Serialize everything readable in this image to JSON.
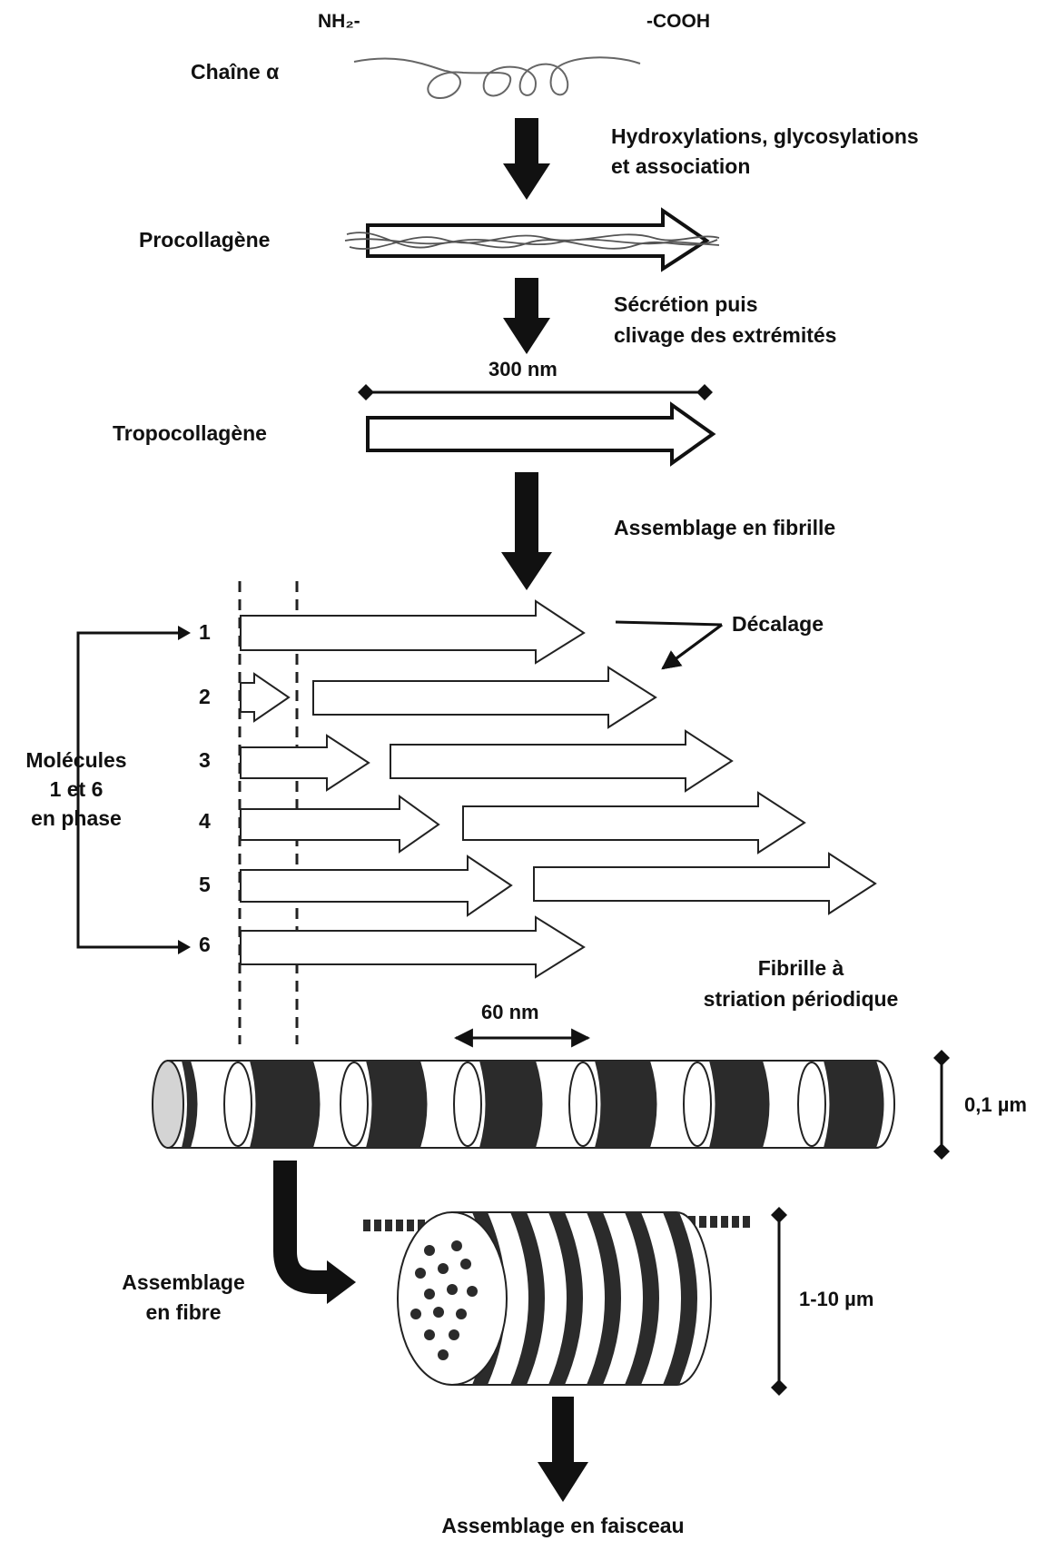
{
  "labels": {
    "nh2": "NH₂-",
    "cooh": "-COOH",
    "chain_alpha": "Chaîne α",
    "step1_line1": "Hydroxylations,  glycosylations",
    "step1_line2": "et association",
    "procollagen": "Procollagène",
    "step2_line1": "Sécrétion puis",
    "step2_line2": "clivage des extrémités",
    "length_300": "300 nm",
    "tropocollagen": "Tropocollagène",
    "step3": "Assemblage  en fibrille",
    "offset": "Décalage",
    "molecules_line1": "Molécules",
    "molecules_line2": "1 et 6",
    "molecules_line3": "en phase",
    "fibril_line1": "Fibrille à",
    "fibril_line2": "striation périodique",
    "period_60": "60 nm",
    "diam_fibril": "0,1 µm",
    "step4_line1": "Assemblage",
    "step4_line2": "en fibre",
    "diam_fibre": "1-10 µm",
    "step5": "Assemblage  en faisceau"
  },
  "rows": [
    "1",
    "2",
    "3",
    "4",
    "5",
    "6"
  ],
  "colors": {
    "ink": "#111111",
    "band": "#2b2b2b",
    "background": "#ffffff"
  }
}
